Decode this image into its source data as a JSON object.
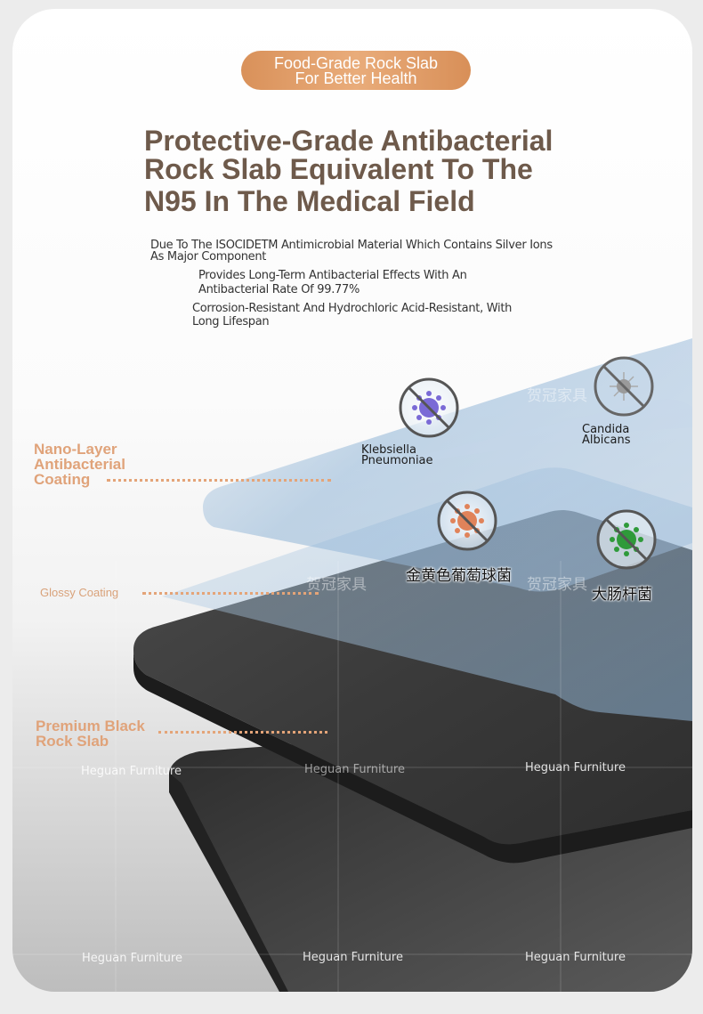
{
  "badge": {
    "line1": "Food-Grade Rock Slab",
    "line2": "For Better Health"
  },
  "headline": {
    "line1": "Protective-Grade Antibacterial",
    "line2": "Rock Slab Equivalent To The",
    "line3": "N95 In The Medical Field"
  },
  "features": [
    {
      "line1": "Due To The ISOCIDETM Antimicrobial Material Which Contains Silver Ions",
      "line2": "As Major Component"
    },
    {
      "line1": "Provides Long-Term Antibacterial Effects With An",
      "line2": "Antibacterial Rate Of 99.77%"
    },
    {
      "line1": "Corrosion-Resistant And Hydrochloric Acid-Resistant, With",
      "line2": "Long Lifespan"
    }
  ],
  "layers": {
    "nano": {
      "line1": "Nano-Layer",
      "line2": "Antibacterial",
      "line3": "Coating"
    },
    "glossy": {
      "line1": "Glossy Coating"
    },
    "black": {
      "line1": "Premium Black",
      "line2": "Rock Slab"
    }
  },
  "bacteria": {
    "klebsiella": {
      "line1": "Klebsiella",
      "line2": "Pneumoniae"
    },
    "candida": {
      "line1": "Candida",
      "line2": "Albicans"
    },
    "staph": {
      "label": "金黄色葡萄球菌"
    },
    "ecoli": {
      "label": "大肠杆菌"
    }
  },
  "watermark": {
    "en": "Heguan Furniture",
    "cn": "贺冠家具"
  },
  "colors": {
    "accent": "#e0a37a",
    "headline": "#6e5a4b",
    "badge": "#dc9560",
    "slab": "#3a3a3a",
    "film": "#8fb4d6"
  }
}
